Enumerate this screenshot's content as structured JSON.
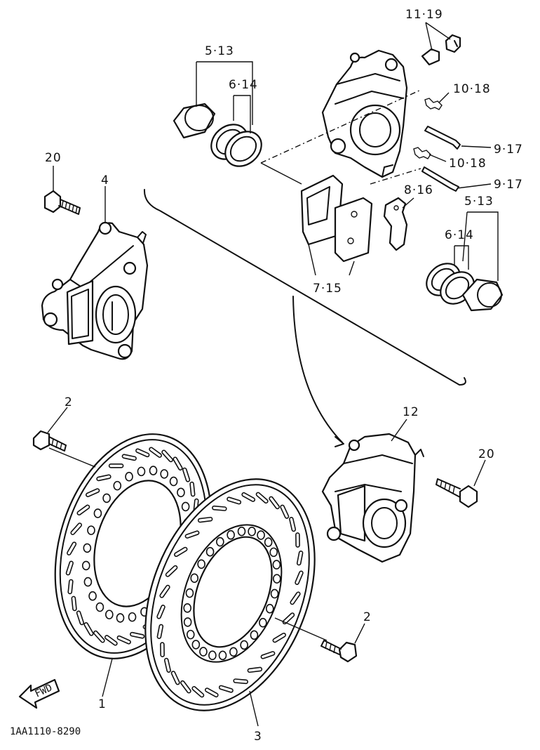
{
  "diagram": {
    "labels": {
      "l_11_19": "11·19",
      "l_5_13_top": "5·13",
      "l_6_14_top": "6·14",
      "l_10_18_a": "10·18",
      "l_9_17_a": "9·17",
      "l_10_18_b": "10·18",
      "l_9_17_b": "9·17",
      "l_20_left": "20",
      "l_4": "4",
      "l_8_16": "8·16",
      "l_5_13_right": "5·13",
      "l_6_14_right": "6·14",
      "l_7_15": "7·15",
      "l_2_left": "2",
      "l_12": "12",
      "l_20_right": "20",
      "l_2_right": "2",
      "l_1": "1",
      "l_3": "3",
      "fwd": "FWD"
    },
    "code": "1AA1110-8290"
  }
}
